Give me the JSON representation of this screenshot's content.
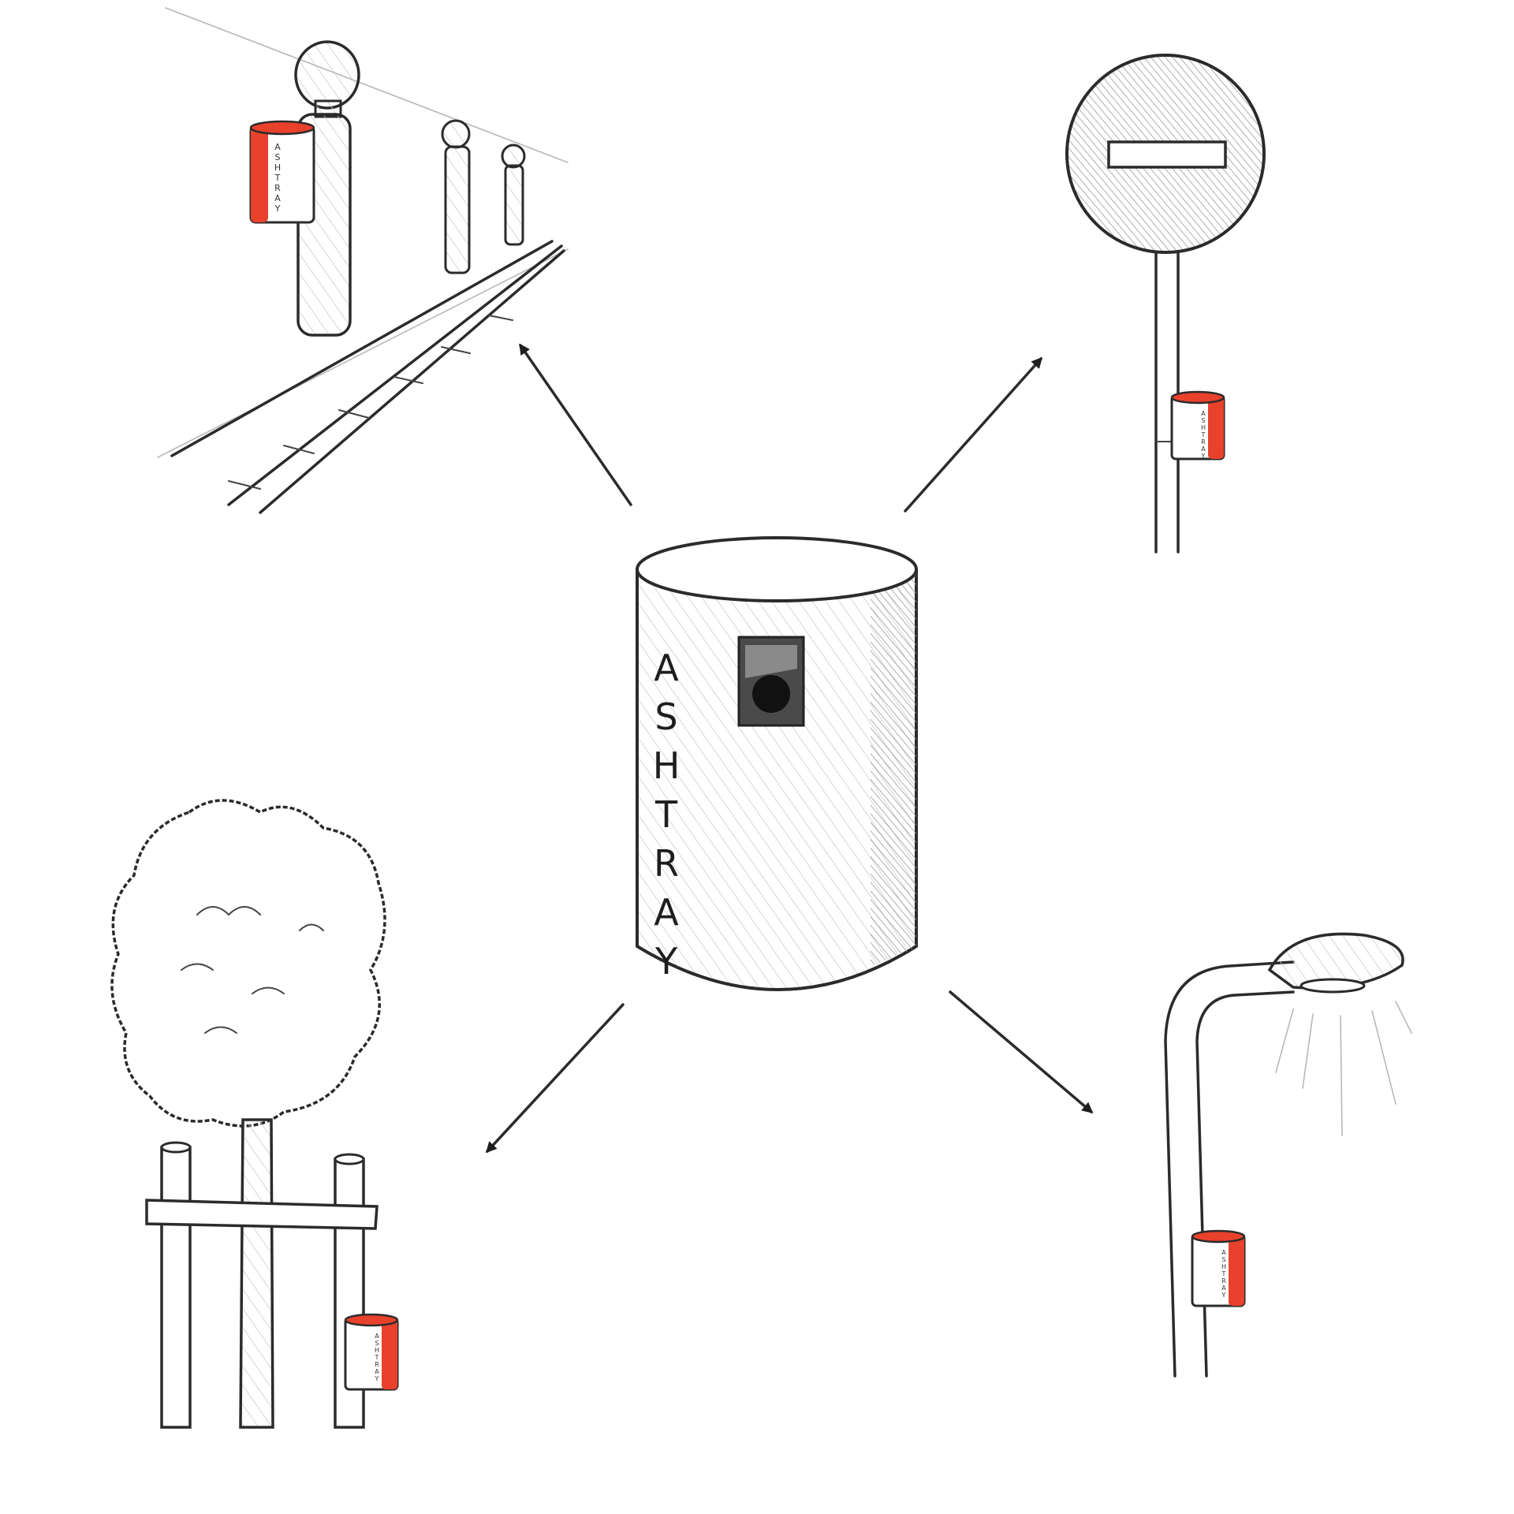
{
  "ashtray": {
    "label": "ASHTRAY",
    "accent_color": "#e8412c",
    "body_color": "#ffffff",
    "slot_color": "#1a1a1a"
  },
  "scenes": [
    {
      "id": "bollards",
      "icon": "bollard-icon"
    },
    {
      "id": "sign",
      "icon": "no-entry-sign-icon"
    },
    {
      "id": "tree",
      "icon": "staked-tree-icon"
    },
    {
      "id": "lamp",
      "icon": "street-lamp-icon"
    }
  ],
  "mini_ashtray": {
    "label": "ASHTRAY"
  }
}
